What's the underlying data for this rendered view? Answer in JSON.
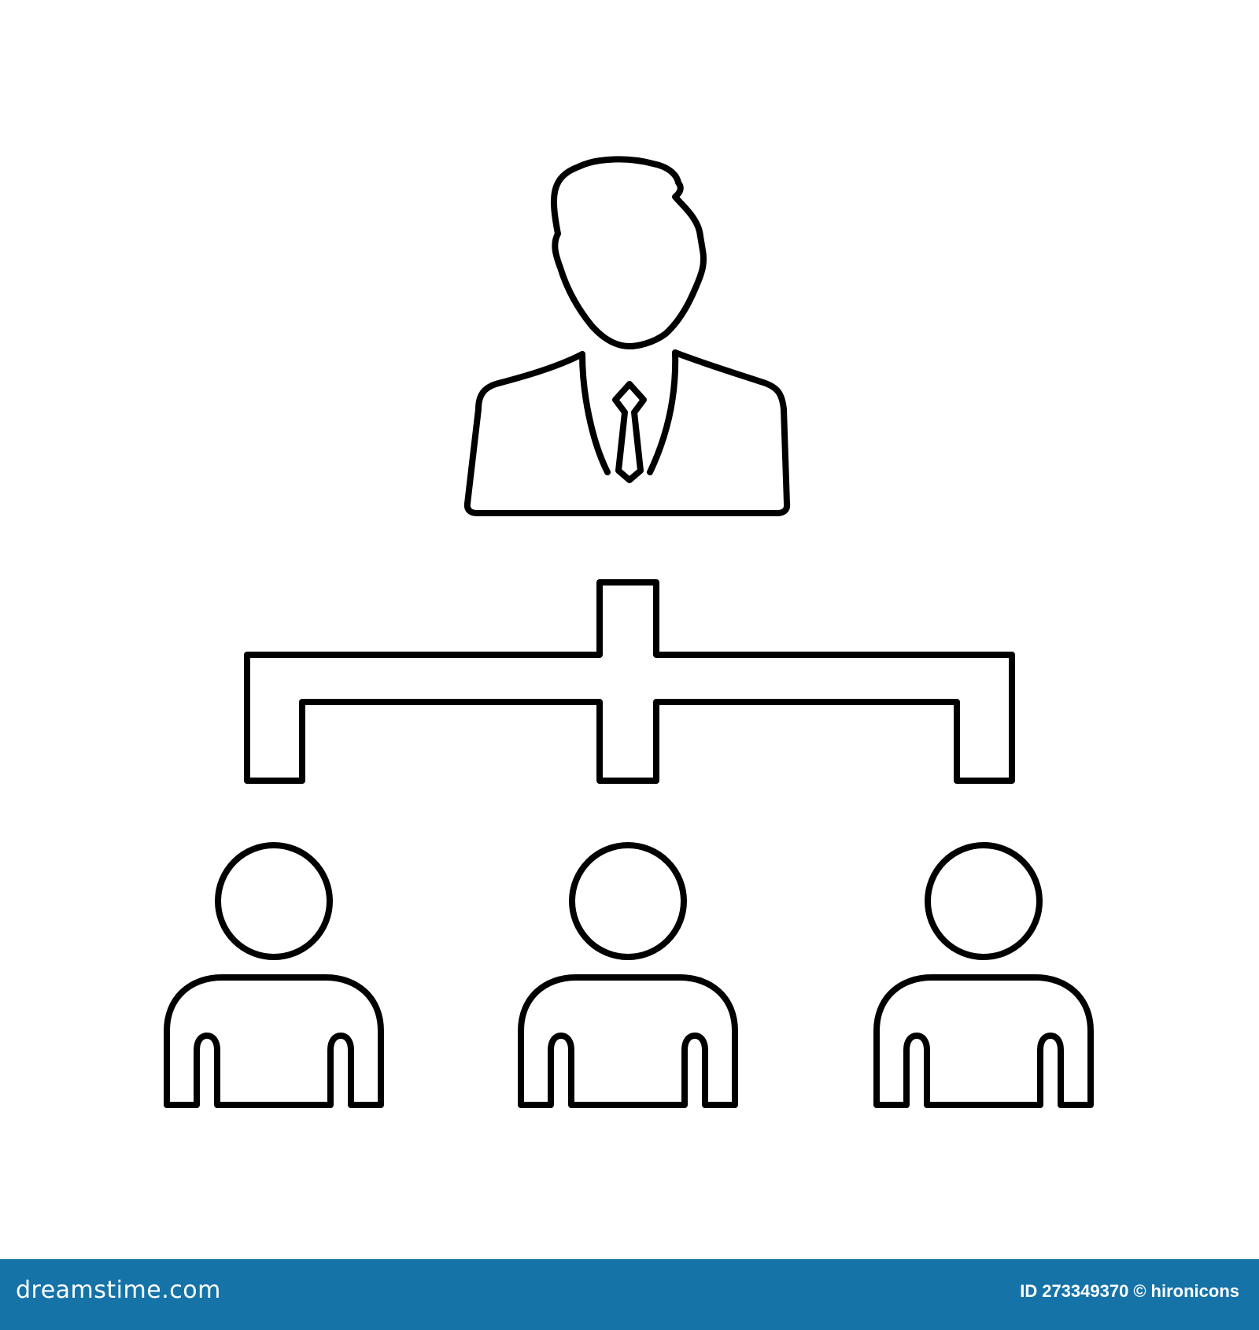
{
  "footer": {
    "brand": "dreamstime.com",
    "id_label": "ID",
    "id_number": "273349370",
    "copyright": "©",
    "author": "hironicons"
  },
  "icons": {
    "manager": "manager-icon",
    "tree": "org-tree-connector",
    "employee": "person-icon"
  },
  "colors": {
    "line": "#000000",
    "background": "#ffffff",
    "footer": "#1573a8"
  }
}
